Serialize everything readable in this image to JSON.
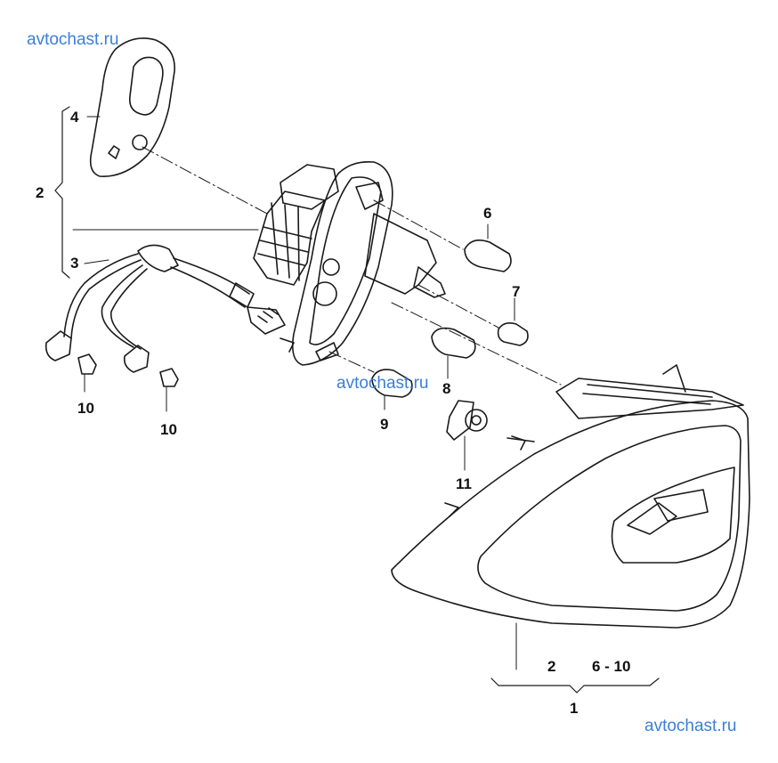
{
  "watermarks": [
    "avtochast.ru",
    "avtochast.ru",
    "avtochast.ru"
  ],
  "callouts": {
    "c1": "1",
    "c2_left": "2",
    "c2_bottom": "2",
    "c6_10_bottom": "6 - 10",
    "c3": "3",
    "c4": "4",
    "c6": "6",
    "c7": "7",
    "c8": "8",
    "c9": "9",
    "c10_a": "10",
    "c10_b": "10",
    "c11": "11"
  },
  "colors": {
    "line": "#1a1a1a",
    "watermark": "#3b7fd6"
  },
  "parts": [
    {
      "ref": "1",
      "name": "tail-lamp-assembly"
    },
    {
      "ref": "2",
      "name": "bulb-holder-assembly"
    },
    {
      "ref": "3",
      "name": "wiring-harness"
    },
    {
      "ref": "4",
      "name": "access-cover"
    },
    {
      "ref": "6",
      "name": "bulb"
    },
    {
      "ref": "7",
      "name": "bulb"
    },
    {
      "ref": "8",
      "name": "bulb"
    },
    {
      "ref": "9",
      "name": "bulb"
    },
    {
      "ref": "10",
      "name": "wedge-bulb"
    },
    {
      "ref": "11",
      "name": "retaining-nut"
    }
  ]
}
